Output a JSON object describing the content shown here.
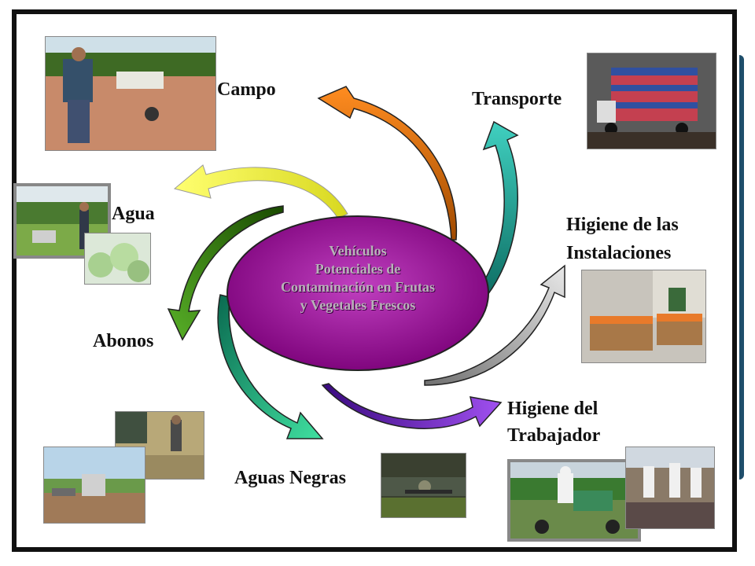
{
  "diagram": {
    "center": {
      "lines": [
        "Vehículos",
        "Potenciales de",
        "Contaminación en Frutas",
        "y Vegetales Frescos"
      ]
    },
    "nodes": {
      "campo": "Campo",
      "transporte": "Transporte",
      "higiene_instalaciones_1": "Higiene de las",
      "higiene_instalaciones_2": "Instalaciones",
      "higiene_trabajador_1": "Higiene del",
      "higiene_trabajador_2": "Trabajador",
      "aguas_negras": "Aguas Negras",
      "abonos": "Abonos",
      "agua": "Agua"
    },
    "colors": {
      "center_fill": "#8e0a8a",
      "arrow_campo": "#e0761a",
      "arrow_transporte": "#23a899",
      "arrow_instalaciones": "#b8b8b8",
      "arrow_trabajador": "#7a2cc0",
      "arrow_aguas_negras": "#1fa88a",
      "arrow_abonos": "#3a8a1a",
      "arrow_agua": "#e8ea3a"
    }
  }
}
